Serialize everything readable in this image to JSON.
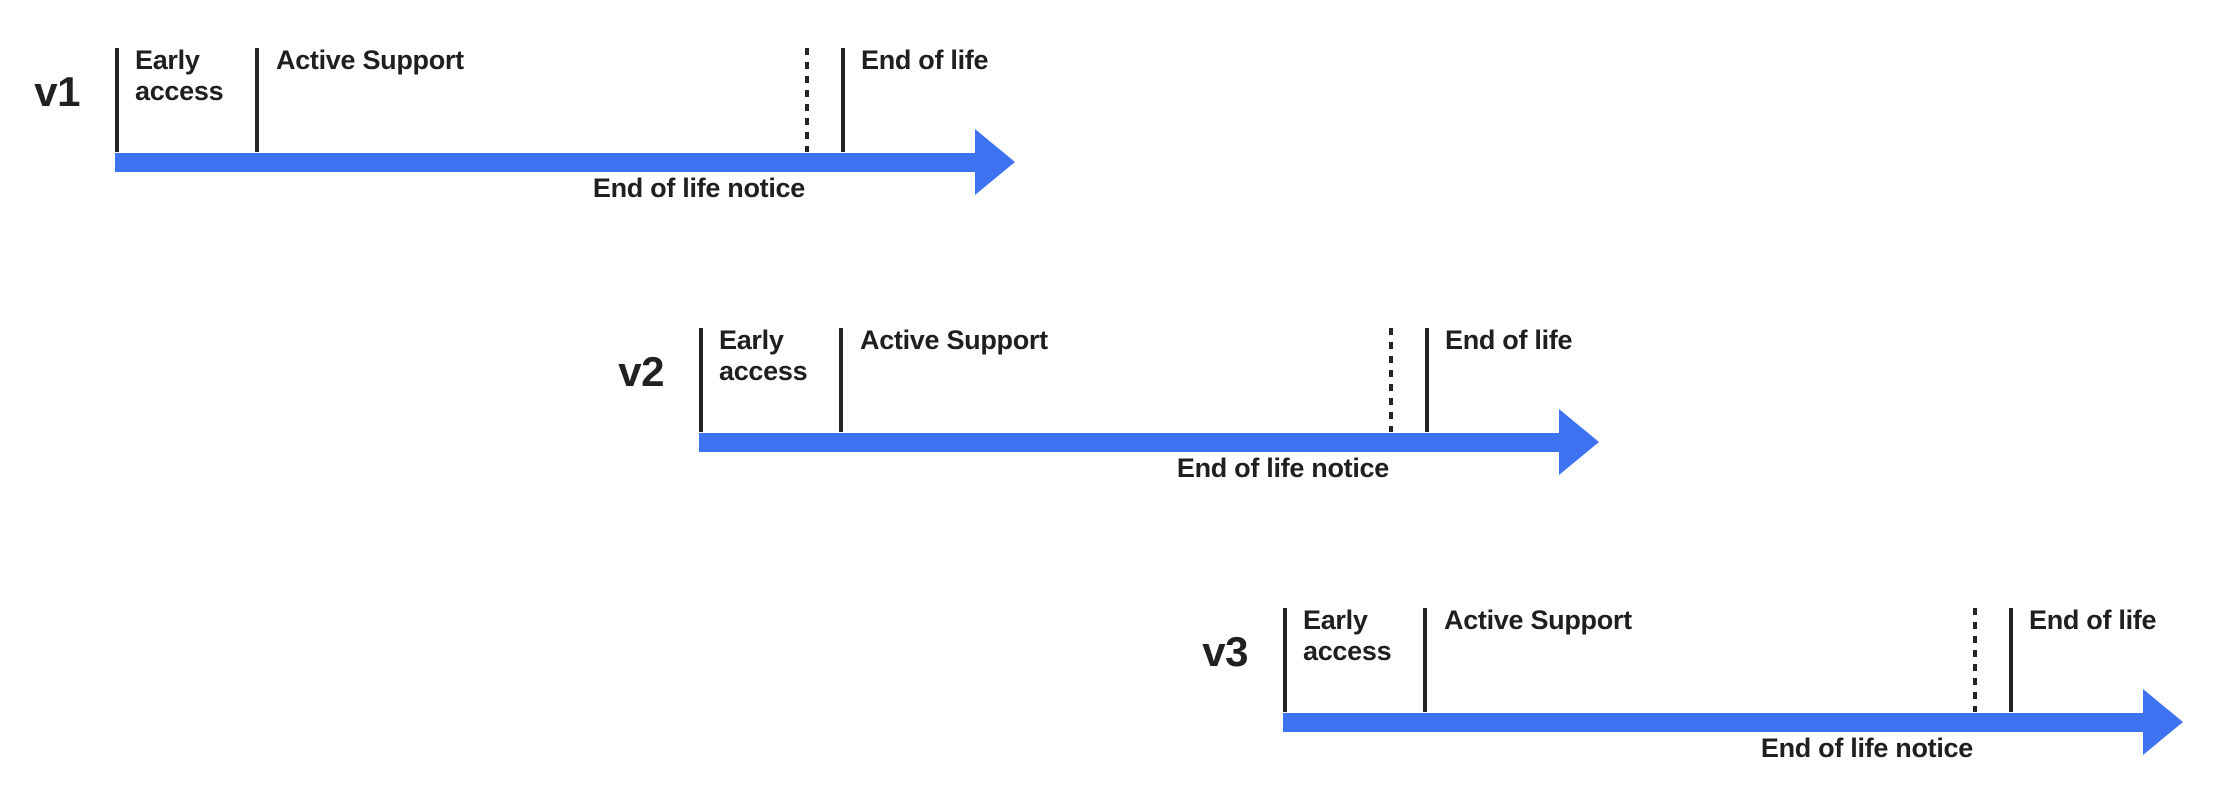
{
  "colors": {
    "background": "#ffffff",
    "arrow_blue": "#3d73f1",
    "line_dark": "#242424",
    "text_dark": "#1f1f1f"
  },
  "timelines": [
    {
      "version": "v1",
      "early_access_label": "Early access",
      "active_support_label": "Active Support",
      "end_of_life_label": "End of life",
      "eol_notice_label": "End of life notice"
    },
    {
      "version": "v2",
      "early_access_label": "Early access",
      "active_support_label": "Active Support",
      "end_of_life_label": "End of life",
      "eol_notice_label": "End of life notice"
    },
    {
      "version": "v3",
      "early_access_label": "Early access",
      "active_support_label": "Active Support",
      "end_of_life_label": "End of life",
      "eol_notice_label": "End of life notice"
    }
  ]
}
